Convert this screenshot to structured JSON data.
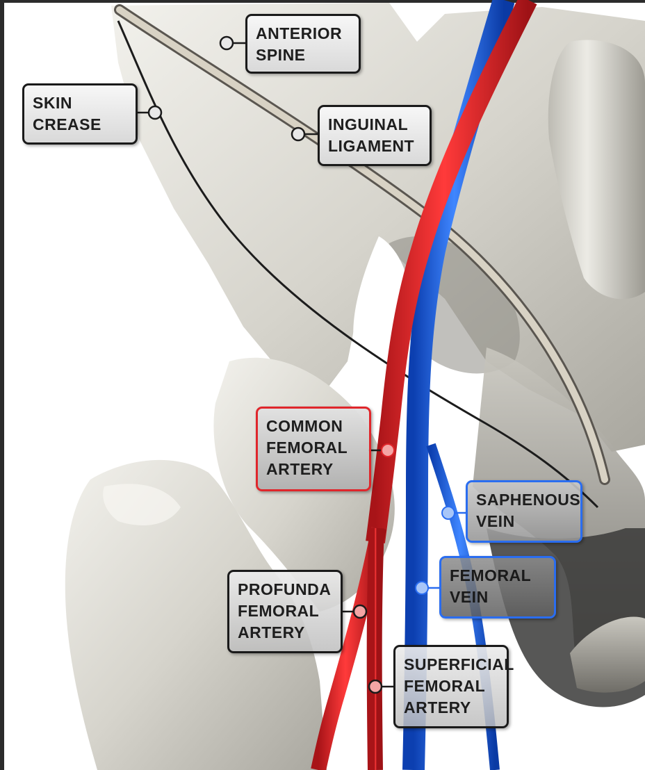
{
  "colors": {
    "background": "#2b2b2b",
    "bone": "#d9d7cf",
    "artery": "#e0262b",
    "vein": "#2468e8",
    "ligament": "#cfc9bb",
    "label_border": "#1a1a1a"
  },
  "labels": {
    "anterior_spine": "ANTERIOR\nSPINE",
    "skin_crease": "SKIN\nCREASE",
    "inguinal_ligament": "INGUINAL\nLIGAMENT",
    "common_femoral_artery": "COMMON\nFEMORAL\nARTERY",
    "saphenous_vein": "SAPHENOUS\nVEIN",
    "femoral_vein": "FEMORAL\nVEIN",
    "profunda_femoral_artery": "PROFUNDA\nFEMORAL\nARTERY",
    "superficial_femoral_artery": "SUPERFICIAL\nFEMORAL\nARTERY"
  }
}
